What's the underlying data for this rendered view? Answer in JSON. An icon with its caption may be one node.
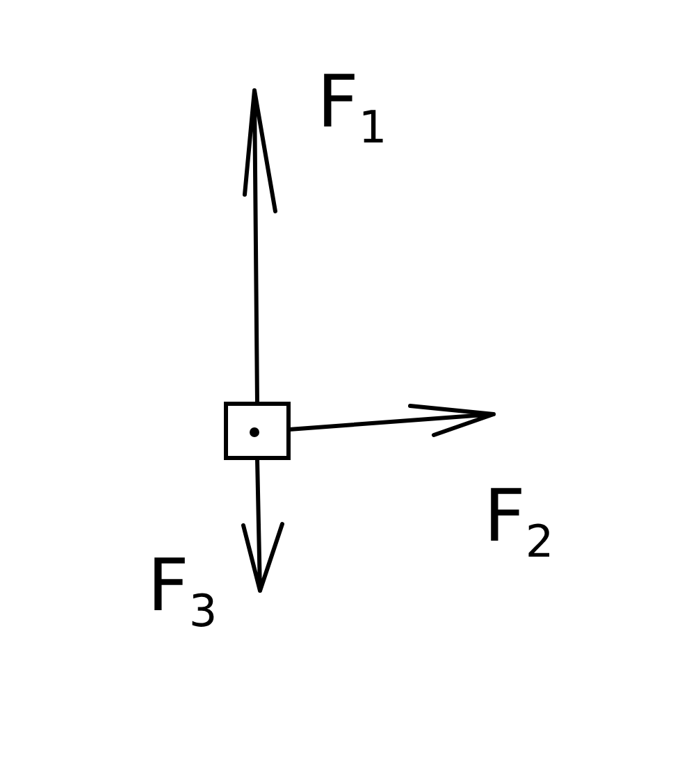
{
  "diagram": {
    "nodes": [
      {
        "text": [],
        "shape": "box"
      }
    ],
    "labels": [
      "F$_{1}$",
      "F$_{2}$",
      "F$_{3}$"
    ]
  }
}
